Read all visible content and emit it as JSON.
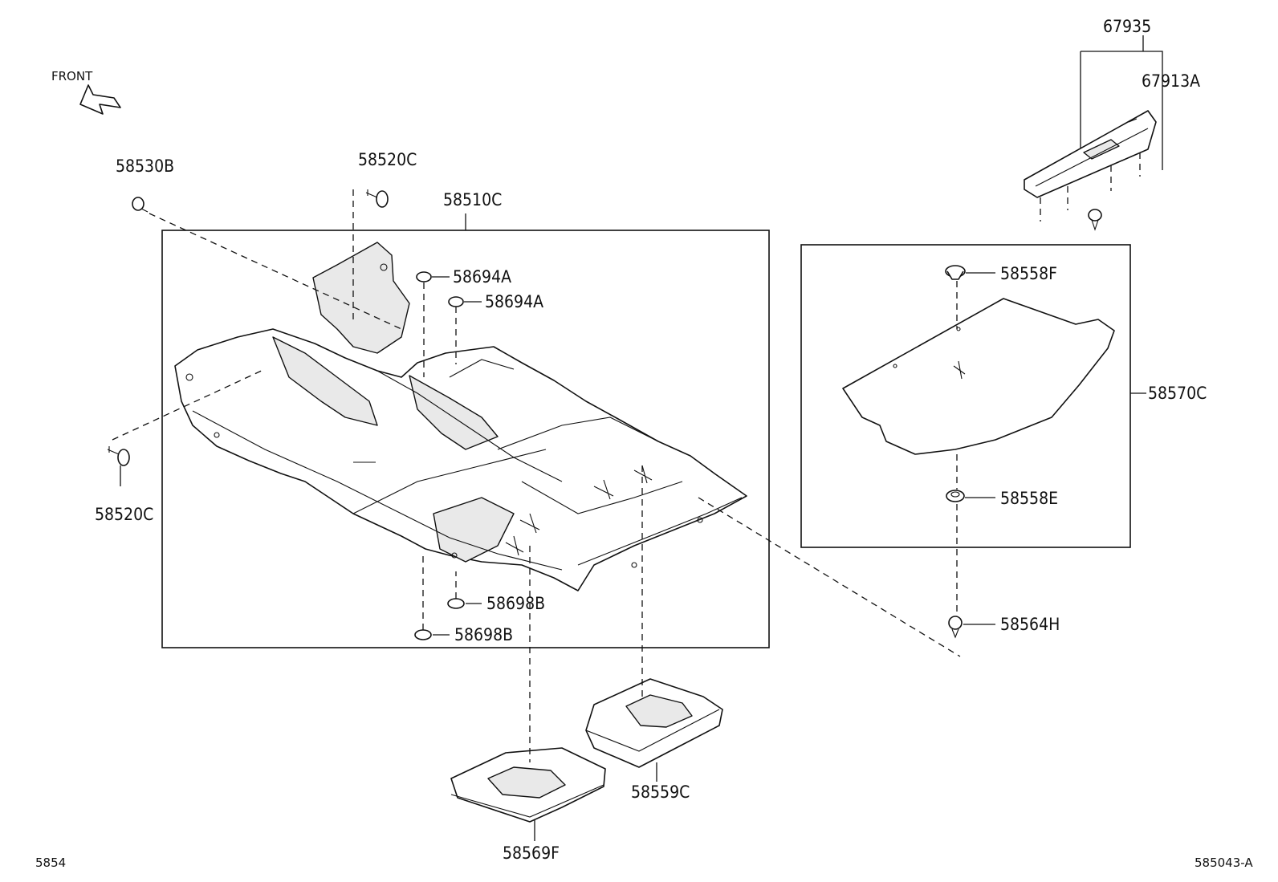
{
  "diagram": {
    "front_label": "FRONT",
    "labels": {
      "p67935": "67935",
      "p67913A": "67913A",
      "p58530B": "58530B",
      "p58520C_top": "58520C",
      "p58510C": "58510C",
      "p58694A_1": "58694A",
      "p58694A_2": "58694A",
      "p58558F": "58558F",
      "p58570C": "58570C",
      "p58558E": "58558E",
      "p58564H": "58564H",
      "p58520C_left": "58520C",
      "p58698B_1": "58698B",
      "p58698B_2": "58698B",
      "p58559C": "58559C",
      "p58569F": "58569F"
    },
    "footer_left": "5854",
    "footer_right": "585043-A"
  }
}
